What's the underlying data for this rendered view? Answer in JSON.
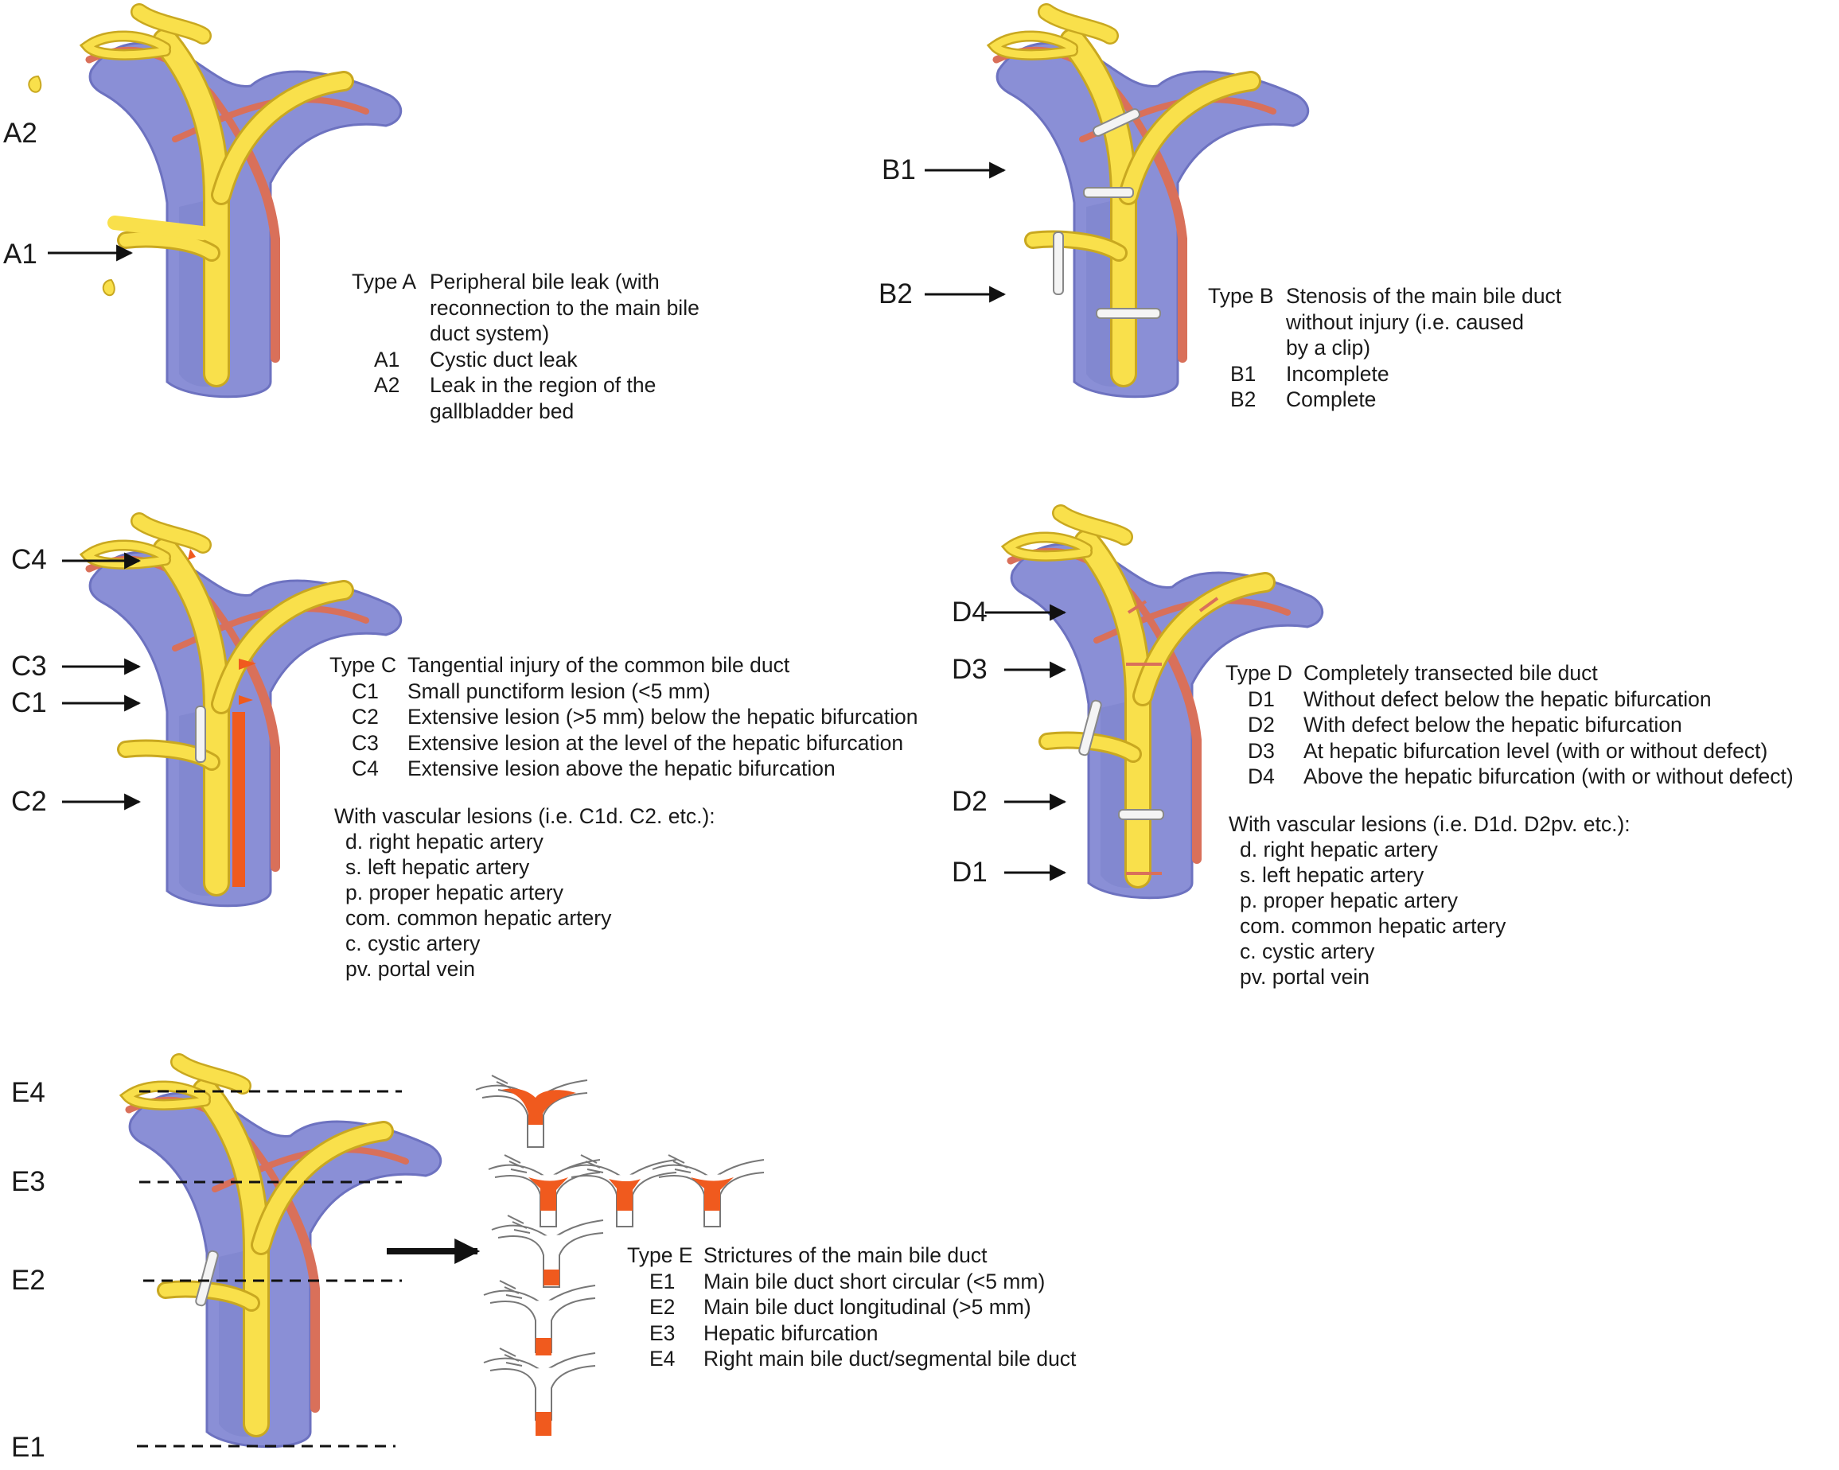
{
  "colors": {
    "vein": "#8a8fd6",
    "vein_dark": "#6d72c0",
    "bile": "#f9e04b",
    "artery": "#d9705a",
    "lesion": "#f05a1e",
    "clip": "#f4f4f4"
  },
  "panels": {
    "A": {
      "labels": [
        "A2",
        "A1"
      ],
      "type_code": "Type A",
      "type_text": [
        "Peripheral bile leak (with",
        "reconnection to the main bile",
        "duct system)"
      ],
      "items": [
        {
          "code": "A1",
          "text": [
            "Cystic duct leak"
          ]
        },
        {
          "code": "A2",
          "text": [
            "Leak in the region of the",
            "gallbladder bed"
          ]
        }
      ]
    },
    "B": {
      "labels": [
        "B1",
        "B2"
      ],
      "type_code": "Type B",
      "type_text": [
        "Stenosis of the main bile duct",
        "without injury (i.e. caused",
        "by a clip)"
      ],
      "items": [
        {
          "code": "B1",
          "text": [
            "Incomplete"
          ]
        },
        {
          "code": "B2",
          "text": [
            "Complete"
          ]
        }
      ]
    },
    "C": {
      "labels": [
        "C4",
        "C3",
        "C1",
        "C2"
      ],
      "type_code": "Type C",
      "type_text": [
        "Tangential injury of the common bile duct"
      ],
      "items": [
        {
          "code": "C1",
          "text": [
            "Small punctiform lesion (<5 mm)"
          ]
        },
        {
          "code": "C2",
          "text": [
            "Extensive lesion (>5 mm) below the hepatic bifurcation"
          ]
        },
        {
          "code": "C3",
          "text": [
            "Extensive lesion at the level of the hepatic bifurcation"
          ]
        },
        {
          "code": "C4",
          "text": [
            "Extensive lesion above the hepatic bifurcation"
          ]
        }
      ],
      "vascular_title": "With vascular lesions (i.e. C1d. C2. etc.):",
      "vascular": [
        "d. right hepatic artery",
        "s. left hepatic artery",
        "p. proper hepatic artery",
        "com. common hepatic artery",
        "c. cystic artery",
        "pv. portal vein"
      ]
    },
    "D": {
      "labels": [
        "D4",
        "D3",
        "D2",
        "D1"
      ],
      "type_code": "Type D",
      "type_text": [
        "Completely transected bile duct"
      ],
      "items": [
        {
          "code": "D1",
          "text": [
            "Without defect below the hepatic bifurcation"
          ]
        },
        {
          "code": "D2",
          "text": [
            "With defect below the hepatic bifurcation"
          ]
        },
        {
          "code": "D3",
          "text": [
            "At hepatic bifurcation level (with or without defect)"
          ]
        },
        {
          "code": "D4",
          "text": [
            "Above the hepatic bifurcation (with or without defect)"
          ]
        }
      ],
      "vascular_title": "With vascular lesions (i.e. D1d. D2pv. etc.):",
      "vascular": [
        "d. right hepatic artery",
        "s. left hepatic artery",
        "p. proper hepatic artery",
        "com. common hepatic artery",
        "c. cystic artery",
        "pv. portal vein"
      ]
    },
    "E": {
      "labels": [
        "E4",
        "E3",
        "E2",
        "E1"
      ],
      "type_code": "Type E",
      "type_text": [
        "Strictures of the main bile duct"
      ],
      "items": [
        {
          "code": "E1",
          "text": [
            "Main bile duct short circular (<5 mm)"
          ]
        },
        {
          "code": "E2",
          "text": [
            "Main bile duct longitudinal (>5 mm)"
          ]
        },
        {
          "code": "E3",
          "text": [
            "Hepatic bifurcation"
          ]
        },
        {
          "code": "E4",
          "text": [
            "Right main bile duct/segmental bile duct"
          ]
        }
      ]
    }
  }
}
